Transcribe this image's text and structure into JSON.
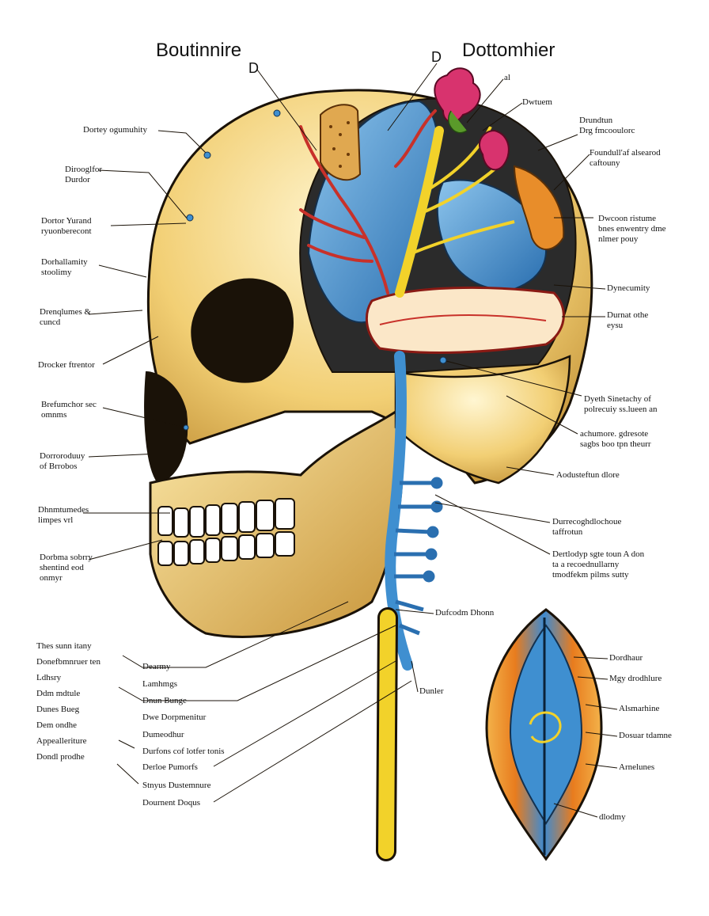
{
  "titles": {
    "left": "Boutinnire",
    "right": "Dottomhier",
    "left_mark": "D",
    "center_mark": "D"
  },
  "labels": {
    "top_small": "al",
    "right_top_1": "Dwtuem",
    "right_top_2": "Drundtun\nDrg fmcooulorc",
    "right_top_3": "Foundull'af alsearod\ncaftouny",
    "right_mid_1": "Dwcoon ristume\nbnes enwentry dme\nnlmer pouy",
    "right_mid_2": "Dynecumity",
    "right_mid_3": "Durnat othe\neysu",
    "right_mid_4": "Dyeth Sinetachy of\npolrecuiy ss.lueen an",
    "right_mid_5": "achumore. gdresote\nsagbs boo tpn theurr",
    "right_mid_6": "Aodusteftun dlore",
    "right_low_1": "Durrecoghdlochoue\ntaffrotun",
    "right_low_2": "Dertlodyp sgte toun A don\nta a recoednullarny\ntmodfekm pilms sutty",
    "spine_label": "Dufcodm Dhonn",
    "spine_label_2": "Dunler",
    "left_1": "Dortey ogumuhity",
    "left_2": "Dirooglfor\nDurdor",
    "left_3": "Dortor Yurand\nryuonberecont",
    "left_4": "Dorhallamity\nstoolimy",
    "left_5": "Drenqlumes &\ncuncd",
    "left_6": "Drocker ftrentor",
    "left_7": "Brefumchor sec\nomnms",
    "left_8": "Dorroroduuy\nof Brrobos",
    "left_9": "Dhnmtumedes\nlimpes vrl",
    "left_10": "Dorbma sobrry\nshentind eod\nonmyr",
    "bottom_col1": "Thes sunn itany\nDonefbmnruer ten\nLdhsry\nDdm mdtule\nDunes Bueg\nDem ondhe\nAppealleriture\nDondl prodhe",
    "bottom_col2_1": "Dearmy",
    "bottom_col2_2": "Lamhmgs",
    "bottom_col2_3": "Dnun Bunge",
    "bottom_col2_4": "Dwe Dorpmenitur",
    "bottom_col2_5": "Dumeodhur",
    "bottom_col2_6": "Durfons cof lotfer tonis",
    "bottom_col2_7": "Derloe Pumorfs",
    "bottom_col2_8": "Stnyus Dustemnure",
    "bottom_col2_9": "Dournent Doqus",
    "inset_1": "Dordhaur",
    "inset_2": "Mgy drodhlure",
    "inset_3": "Alsmarhine",
    "inset_4": "Dosuar tdamne",
    "inset_5": "Arnelunes",
    "inset_6": "dlodmy"
  },
  "colors": {
    "bone": "#f2cf74",
    "bone_shadow": "#b8842a",
    "bone_light": "#fff4c8",
    "brain_blue": "#3f8fd0",
    "nerve_yellow": "#f2d22a",
    "vessel_red": "#c8312a",
    "flower_pink": "#d8336e",
    "orange": "#e88d2a"
  }
}
